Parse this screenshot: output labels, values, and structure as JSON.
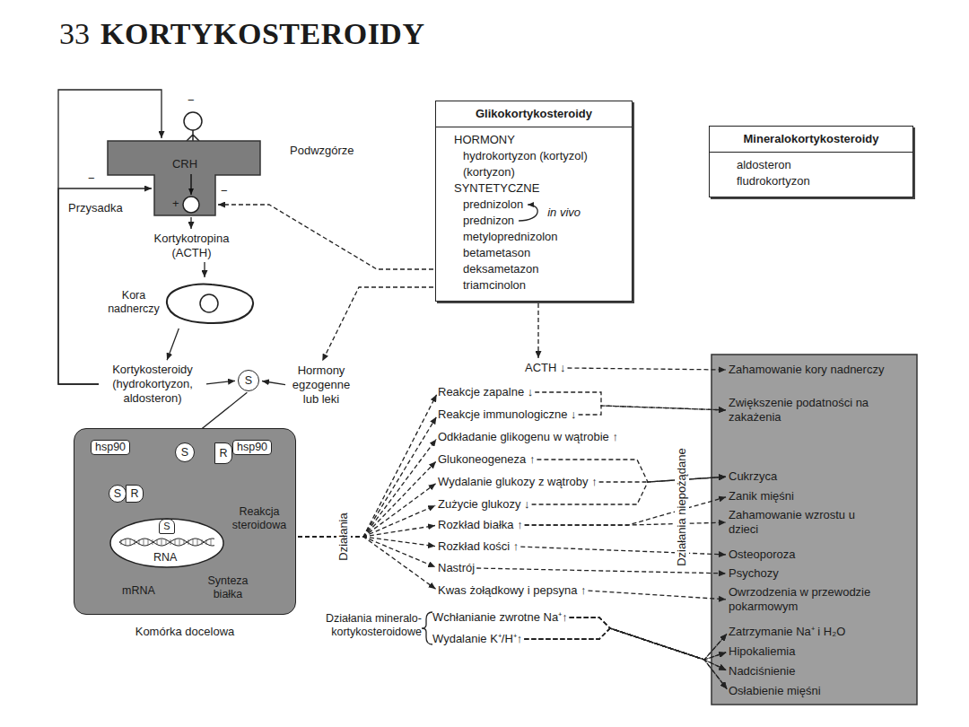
{
  "diagram": {
    "title": "KORTYKOSTEROIDY",
    "nodes": [
      {
        "text": [
          "CRH"
        ]
      },
      {
        "text": [
          "Glikokortykosteroidy",
          "HORMONY",
          "hydrokortyzon (kortyzol)",
          "(kortyzon)",
          "SYNTETYCZNE",
          "prednizolon",
          "prednizon",
          "metyloprednizolon",
          "betametason",
          "deksametazon",
          "triamcinolon"
        ]
      },
      {
        "text": [
          "Mineralokortykosteroidy",
          "aldosteron",
          "fludrokortyzon"
        ]
      },
      {
        "text": [
          "Kortykotropina (ACTH)"
        ]
      },
      {
        "text": [
          "Kora nadnerczy"
        ]
      },
      {
        "text": [
          "Kortykosteroidy (hydrokortyzon, aldosteron)"
        ]
      },
      {
        "text": [
          "S"
        ]
      },
      {
        "text": [
          "Hormony egzogenne lub leki"
        ]
      },
      {
        "text": [
          "Komórka docelowa"
        ]
      },
      {
        "text": [
          "hsp90"
        ],
        "in": 8
      },
      {
        "text": [
          "S"
        ],
        "in": 8
      },
      {
        "text": [
          "R"
        ],
        "in": 8
      },
      {
        "text": [
          "hsp90"
        ],
        "in": 8
      },
      {
        "text": [
          "S",
          "R"
        ],
        "in": 8
      },
      {
        "text": [
          "S",
          "RNA"
        ],
        "in": 8
      },
      {
        "text": [
          "mRNA"
        ],
        "in": 8
      },
      {
        "text": [
          "Synteza białka"
        ],
        "in": 8
      },
      {
        "text": [
          "Reakcja steroidowa"
        ],
        "in": 8
      },
      {
        "text": [
          "ACTH ↓"
        ]
      },
      {
        "text": [
          "Reakcje zapalne ↓"
        ]
      },
      {
        "text": [
          "Reakcje immunologiczne ↓"
        ]
      },
      {
        "text": [
          "Odkładanie glikogenu w wątrobie ↑"
        ]
      },
      {
        "text": [
          "Glukoneogeneza ↑"
        ]
      },
      {
        "text": [
          "Wydalanie glukozy z wątroby ↑"
        ]
      },
      {
        "text": [
          "Zużycie glukozy ↓"
        ]
      },
      {
        "text": [
          "Rozkład białka ↑"
        ]
      },
      {
        "text": [
          "Rozkład kości ↑"
        ]
      },
      {
        "text": [
          "Nastrój"
        ]
      },
      {
        "text": [
          "Kwas żołądkowy i pepsyna ↑"
        ]
      },
      {
        "text": [
          "Wchłanianie zwrotne Na⁺↑"
        ]
      },
      {
        "text": [
          "Wydalanie K⁺/H⁺↑"
        ]
      },
      {
        "text": [
          "Zahamowanie kory nadnerczy"
        ]
      },
      {
        "text": [
          "Zwiększenie podatności na zakażenia"
        ]
      },
      {
        "text": [
          "Cukrzyca"
        ]
      },
      {
        "text": [
          "Zanik mięśni"
        ]
      },
      {
        "text": [
          "Zahamowanie wzrostu u dzieci"
        ]
      },
      {
        "text": [
          "Osteoporoza"
        ]
      },
      {
        "text": [
          "Psychozy"
        ]
      },
      {
        "text": [
          "Owrzodzenia w przewodzie pokarmowym"
        ]
      },
      {
        "text": [
          "Zatrzymanie Na⁺ i H₂O"
        ]
      },
      {
        "text": [
          "Hipokaliemia"
        ]
      },
      {
        "text": [
          "Nadciśnienie"
        ]
      },
      {
        "text": [
          "Osłabienie mięśni"
        ]
      }
    ],
    "edges": [
      {
        "from": 0,
        "to": 3,
        "arrow": "to"
      },
      {
        "from": 3,
        "to": 4,
        "arrow": "to"
      },
      {
        "from": 4,
        "to": 5,
        "arrow": "to"
      },
      {
        "from": 5,
        "to": 6,
        "arrow": "to"
      },
      {
        "from": 7,
        "to": 6,
        "arrow": "to"
      },
      {
        "from": 6,
        "to": 10,
        "arrow": "to"
      },
      {
        "from": 10,
        "to": 13,
        "arrow": "to"
      },
      {
        "from": 13,
        "to": 14,
        "arrow": "to"
      },
      {
        "from": 14,
        "to": 15,
        "arrow": "to"
      },
      {
        "from": 15,
        "to": 16,
        "arrow": "to"
      },
      {
        "from": 16,
        "to": 17,
        "arrow": "to"
      },
      {
        "from": 5,
        "to": 0,
        "arrow": "to"
      },
      {
        "from": 5,
        "to": 0,
        "arrow": "to"
      },
      {
        "from": 1,
        "to": 0,
        "arrow": "to"
      },
      {
        "from": 1,
        "to": 7,
        "arrow": "to"
      },
      {
        "from": 1,
        "to": 18,
        "arrow": "to"
      },
      {
        "from": 8,
        "to": 19,
        "arrow": "to"
      },
      {
        "from": 8,
        "to": 20,
        "arrow": "to"
      },
      {
        "from": 8,
        "to": 21,
        "arrow": "to"
      },
      {
        "from": 8,
        "to": 22,
        "arrow": "to"
      },
      {
        "from": 8,
        "to": 23,
        "arrow": "to"
      },
      {
        "from": 8,
        "to": 24,
        "arrow": "to"
      },
      {
        "from": 8,
        "to": 25,
        "arrow": "to"
      },
      {
        "from": 8,
        "to": 26,
        "arrow": "to"
      },
      {
        "from": 8,
        "to": 27,
        "arrow": "to"
      },
      {
        "from": 8,
        "to": 28,
        "arrow": "to"
      },
      {
        "from": 18,
        "to": 31,
        "arrow": "to"
      },
      {
        "from": 19,
        "to": 32,
        "arrow": "to"
      },
      {
        "from": 20,
        "to": 32,
        "arrow": "to"
      },
      {
        "from": 22,
        "to": 33,
        "arrow": "to"
      },
      {
        "from": 23,
        "to": 33,
        "arrow": "to"
      },
      {
        "from": 24,
        "to": 33,
        "arrow": "to"
      },
      {
        "from": 25,
        "to": 34,
        "arrow": "to"
      },
      {
        "from": 25,
        "to": 35,
        "arrow": "to"
      },
      {
        "from": 26,
        "to": 36,
        "arrow": "to"
      },
      {
        "from": 27,
        "to": 37,
        "arrow": "to"
      },
      {
        "from": 28,
        "to": 38,
        "arrow": "to"
      },
      {
        "from": 29,
        "to": 39,
        "arrow": "to"
      },
      {
        "from": 29,
        "to": 40,
        "arrow": "to"
      },
      {
        "from": 29,
        "to": 41,
        "arrow": "to"
      },
      {
        "from": 29,
        "to": 42,
        "arrow": "to"
      },
      {
        "from": 30,
        "to": 39,
        "arrow": "to"
      },
      {
        "from": 30,
        "to": 40,
        "arrow": "to"
      },
      {
        "from": 30,
        "to": 41,
        "arrow": "to"
      },
      {
        "from": 30,
        "to": 42,
        "arrow": "to"
      }
    ],
    "labels": [
      "33",
      "Podwzgórze",
      "Przysadka",
      "in vivo",
      "Działania",
      "Działania niepożądane",
      "Działania mineralo- kortykosteroidowe",
      "−",
      "−",
      "+",
      "−"
    ]
  }
}
